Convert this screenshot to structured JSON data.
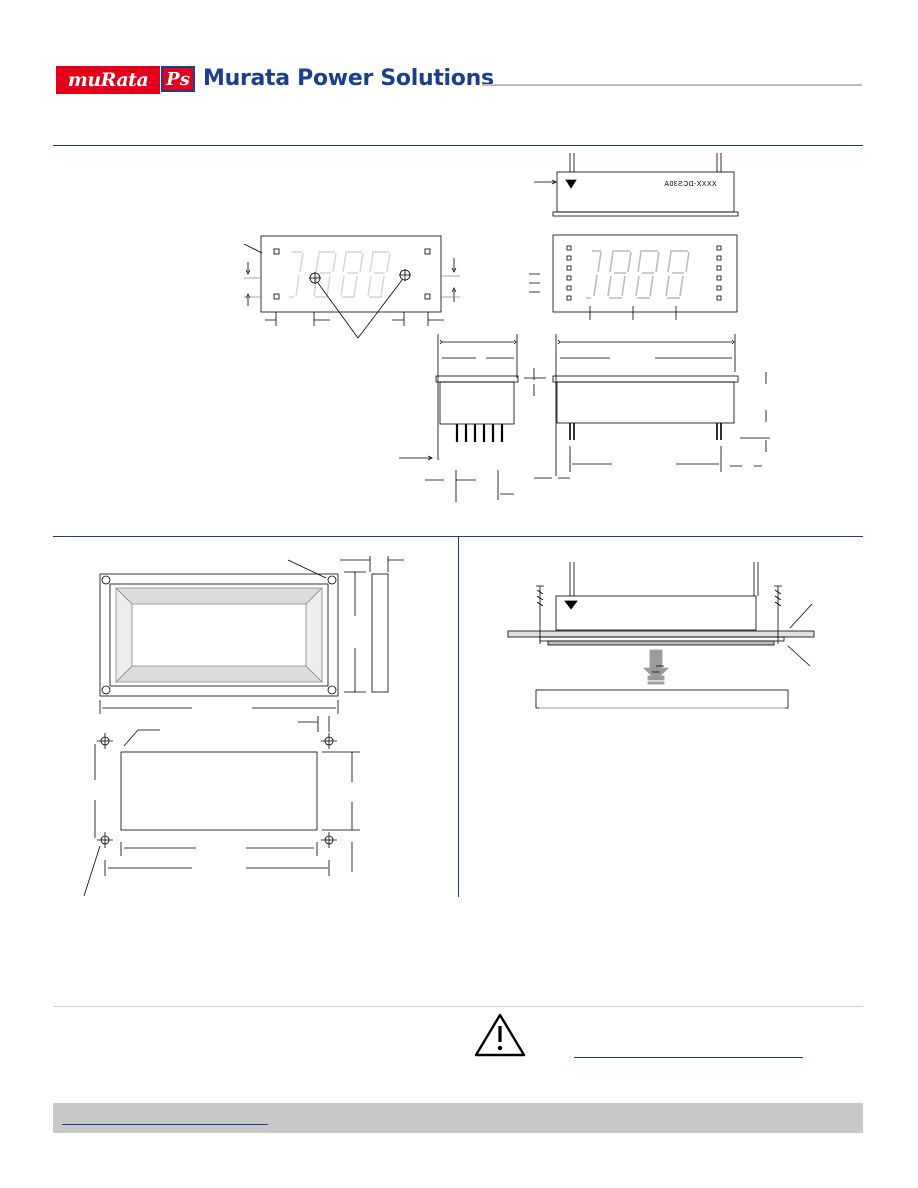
{
  "header": {
    "logo_text": "muRata",
    "ps_logo_text": "Ps",
    "brand_title": "Murata Power Solutions"
  },
  "diagram": {
    "side_view_marking": "XXXX-DCS30A",
    "warning_icon": "warning-triangle-icon",
    "flow_arrow_icon": "up-arrow-icon",
    "colors": {
      "brand_blue": "#1b3f8f",
      "brand_red": "#e2001a",
      "rule_gray": "#bdbdbd",
      "footer_gray": "#c8c8c8"
    }
  },
  "footer": {
    "link_text": "",
    "warning_link_text": ""
  }
}
